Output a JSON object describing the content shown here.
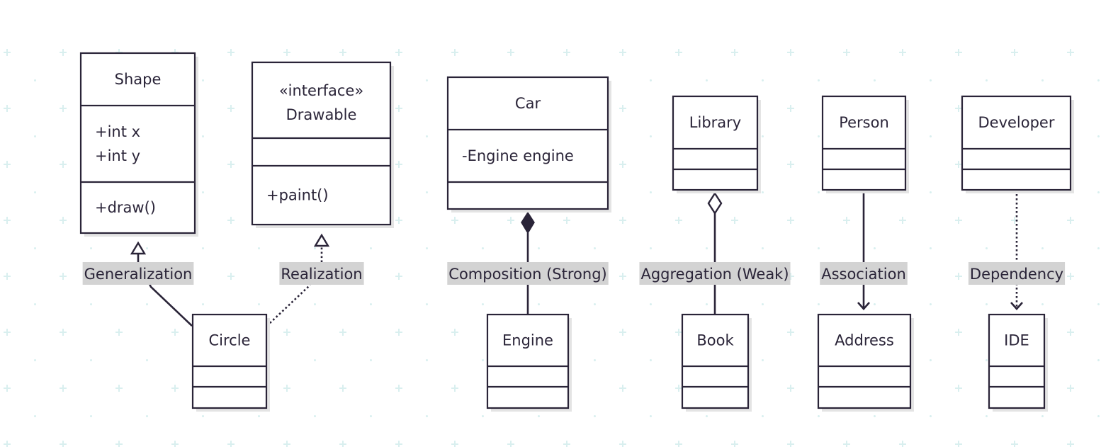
{
  "palette": {
    "stroke": "#2a2438",
    "box_fill": "#ffffff",
    "label_background": "#d3d3d3",
    "grid_cross": "#d9efef"
  },
  "classes": [
    {
      "id": "shape",
      "name": "Shape",
      "stereotype": "",
      "attributes": [
        "+int x",
        "+int y"
      ],
      "methods": [
        "+draw()"
      ]
    },
    {
      "id": "drawable",
      "name": "Drawable",
      "stereotype": "«interface»",
      "attributes": [],
      "methods": [
        "+paint()"
      ]
    },
    {
      "id": "circle",
      "name": "Circle",
      "stereotype": "",
      "attributes": [],
      "methods": []
    },
    {
      "id": "car",
      "name": "Car",
      "stereotype": "",
      "attributes": [
        "-Engine engine"
      ],
      "methods": []
    },
    {
      "id": "engine",
      "name": "Engine",
      "stereotype": "",
      "attributes": [],
      "methods": []
    },
    {
      "id": "library",
      "name": "Library",
      "stereotype": "",
      "attributes": [],
      "methods": []
    },
    {
      "id": "book",
      "name": "Book",
      "stereotype": "",
      "attributes": [],
      "methods": []
    },
    {
      "id": "person",
      "name": "Person",
      "stereotype": "",
      "attributes": [],
      "methods": []
    },
    {
      "id": "address",
      "name": "Address",
      "stereotype": "",
      "attributes": [],
      "methods": []
    },
    {
      "id": "developer",
      "name": "Developer",
      "stereotype": "",
      "attributes": [],
      "methods": []
    },
    {
      "id": "ide",
      "name": "IDE",
      "stereotype": "",
      "attributes": [],
      "methods": []
    }
  ],
  "relationships": [
    {
      "id": "generalization",
      "from": "circle",
      "to": "shape",
      "kind": "generalization",
      "label": "Generalization"
    },
    {
      "id": "realization",
      "from": "circle",
      "to": "drawable",
      "kind": "realization",
      "label": "Realization"
    },
    {
      "id": "composition",
      "from": "car",
      "to": "engine",
      "kind": "composition",
      "label": "Composition (Strong)"
    },
    {
      "id": "aggregation",
      "from": "library",
      "to": "book",
      "kind": "aggregation",
      "label": "Aggregation (Weak)"
    },
    {
      "id": "association",
      "from": "person",
      "to": "address",
      "kind": "association",
      "label": "Association"
    },
    {
      "id": "dependency",
      "from": "developer",
      "to": "ide",
      "kind": "dependency",
      "label": "Dependency"
    }
  ]
}
